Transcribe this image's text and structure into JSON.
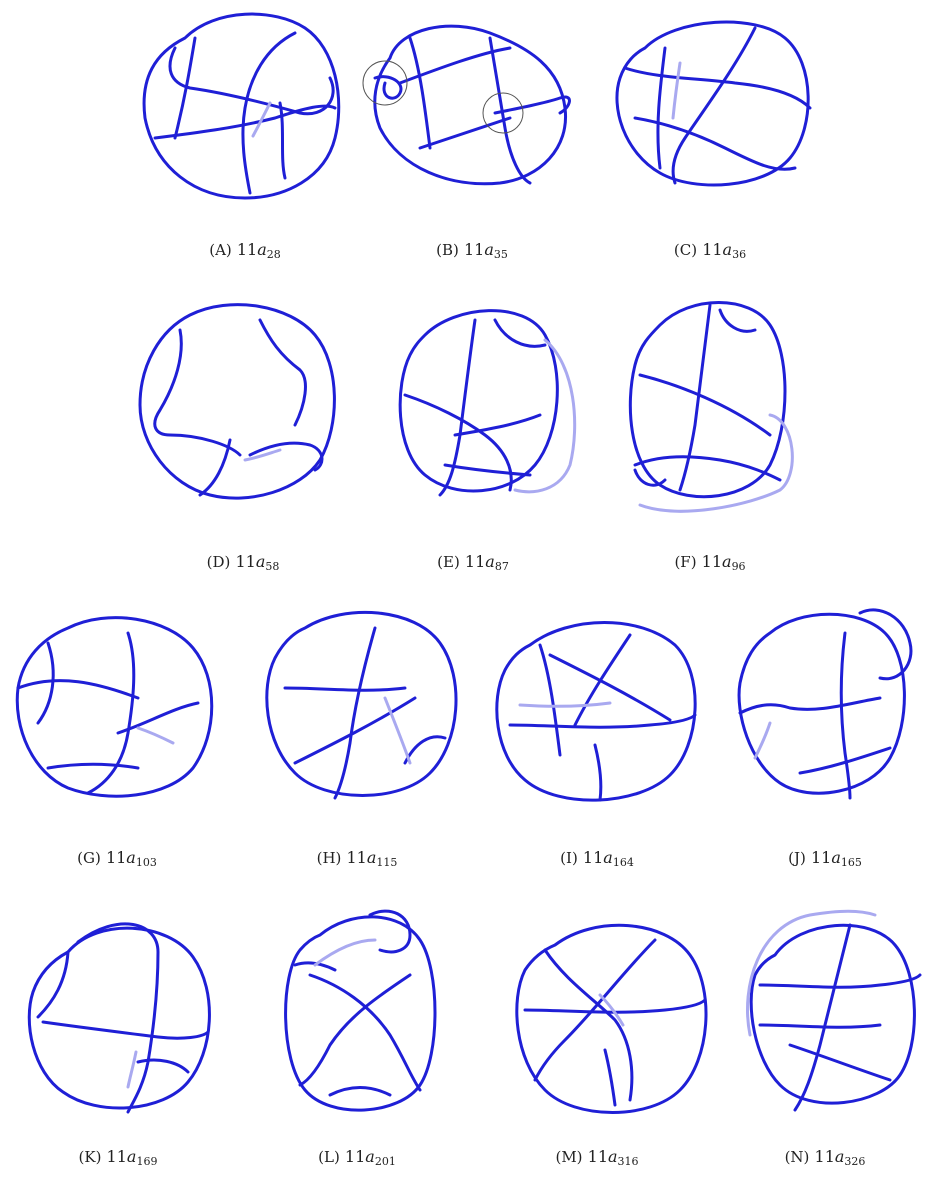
{
  "figures": [
    {
      "letter": "(A)",
      "num": "11",
      "var": "a",
      "sub": "28"
    },
    {
      "letter": "(B)",
      "num": "11",
      "var": "a",
      "sub": "35"
    },
    {
      "letter": "(C)",
      "num": "11",
      "var": "a",
      "sub": "36"
    },
    {
      "letter": "(D)",
      "num": "11",
      "var": "a",
      "sub": "58"
    },
    {
      "letter": "(E)",
      "num": "11",
      "var": "a",
      "sub": "87"
    },
    {
      "letter": "(F)",
      "num": "11",
      "var": "a",
      "sub": "96"
    },
    {
      "letter": "(G)",
      "num": "11",
      "var": "a",
      "sub": "103"
    },
    {
      "letter": "(H)",
      "num": "11",
      "var": "a",
      "sub": "115"
    },
    {
      "letter": "(I)",
      "num": "11",
      "var": "a",
      "sub": "164"
    },
    {
      "letter": "(J)",
      "num": "11",
      "var": "a",
      "sub": "165"
    },
    {
      "letter": "(K)",
      "num": "11",
      "var": "a",
      "sub": "169"
    },
    {
      "letter": "(L)",
      "num": "11",
      "var": "a",
      "sub": "201"
    },
    {
      "letter": "(M)",
      "num": "11",
      "var": "a",
      "sub": "316"
    },
    {
      "letter": "(N)",
      "num": "11",
      "var": "a",
      "sub": "326"
    }
  ],
  "colors": {
    "strand": "#1f1fd6",
    "highlight": "#a9a9f0",
    "marker": "#555555"
  }
}
